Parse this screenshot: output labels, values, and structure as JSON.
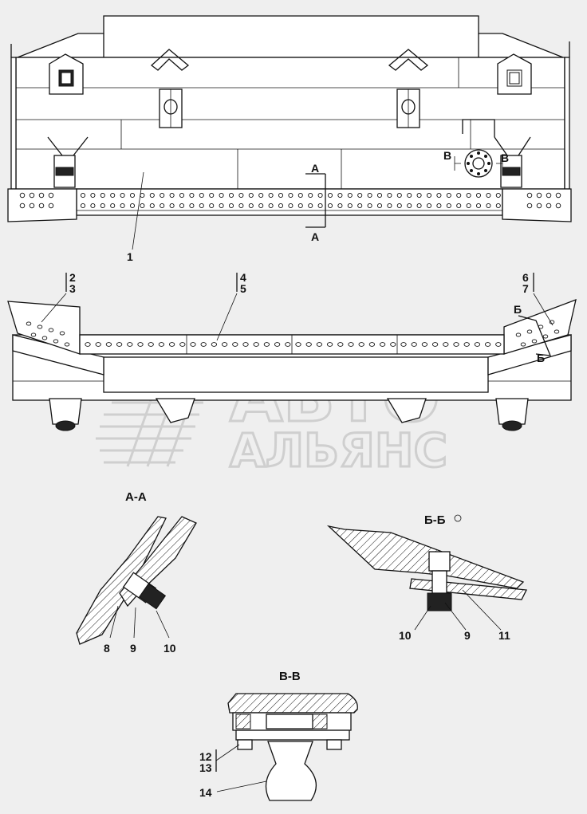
{
  "watermark": {
    "line1": "АВТО",
    "line2": "АЛЬЯНС"
  },
  "front_view": {
    "part_label": "1",
    "section_A_top": "А",
    "section_A_bottom": "А",
    "section_V_left": "В",
    "section_V_right": "В"
  },
  "top_view": {
    "labels": {
      "p2": "2",
      "p3": "3",
      "p4": "4",
      "p5": "5",
      "p6": "6",
      "p7": "7"
    },
    "section_B_top": "Б",
    "section_B_bottom": "Б"
  },
  "section_AA": {
    "title": "А-А",
    "labels": [
      "8",
      "9",
      "10"
    ]
  },
  "section_BB": {
    "title": "Б-Б",
    "labels": [
      "10",
      "9",
      "11"
    ]
  },
  "section_VV": {
    "title": "В-В",
    "labels": {
      "p12": "12",
      "p13": "13",
      "p14": "14"
    }
  },
  "colors": {
    "background": "#efefef",
    "line": "#111111",
    "watermark": "#cfcfcf"
  }
}
